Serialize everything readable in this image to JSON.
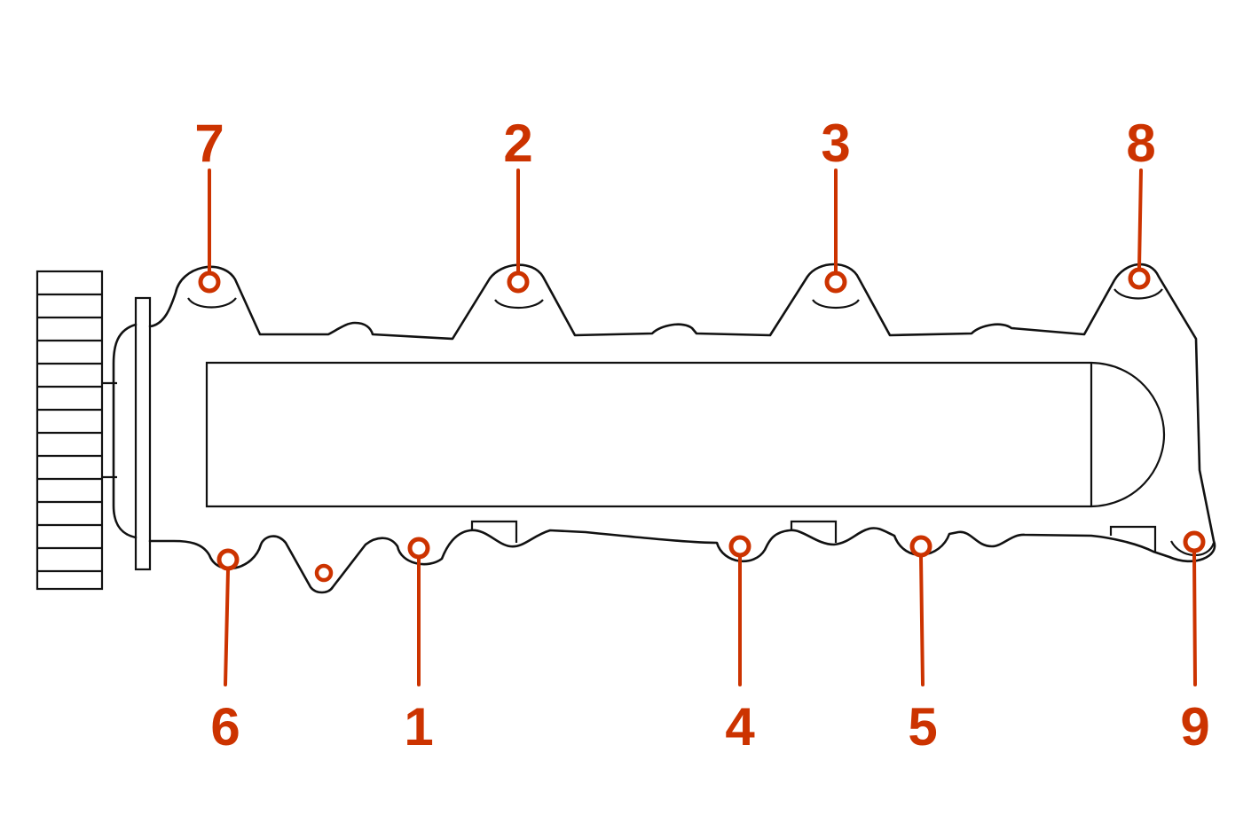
{
  "diagram": {
    "colors": {
      "line": "#111111",
      "callout": "#cc3300",
      "background": "#ffffff"
    },
    "bolts": [
      {
        "label": "7",
        "side": "top"
      },
      {
        "label": "2",
        "side": "top"
      },
      {
        "label": "3",
        "side": "top"
      },
      {
        "label": "8",
        "side": "top"
      },
      {
        "label": "6",
        "side": "bottom"
      },
      {
        "label": "1",
        "side": "bottom"
      },
      {
        "label": "4",
        "side": "bottom"
      },
      {
        "label": "5",
        "side": "bottom"
      },
      {
        "label": "9",
        "side": "bottom"
      }
    ]
  }
}
